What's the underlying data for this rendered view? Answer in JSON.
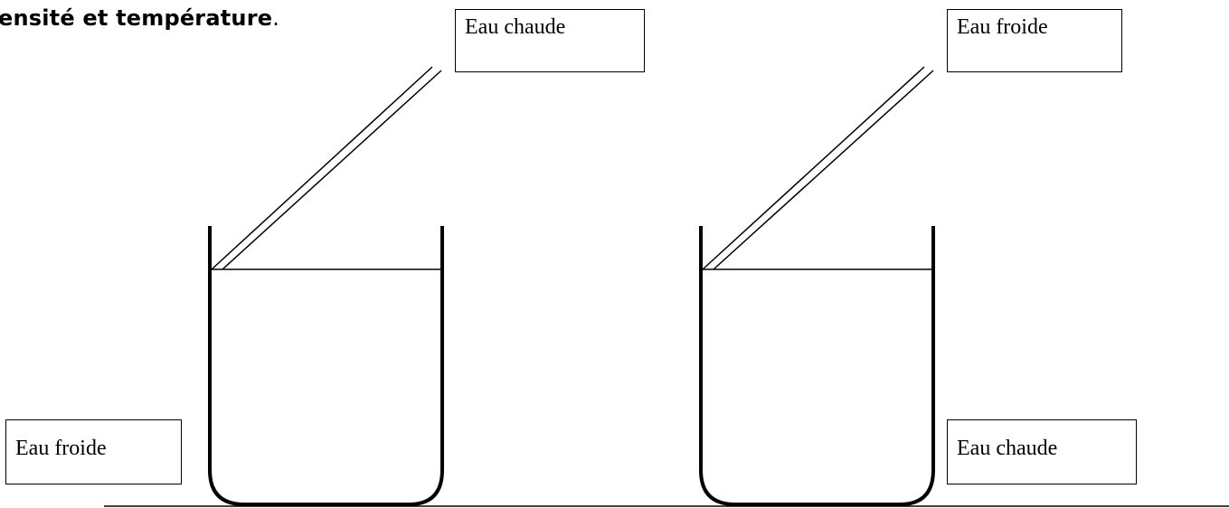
{
  "heading": {
    "text": "ensité et température",
    "period": "."
  },
  "labels": {
    "top_left": "Eau chaude",
    "top_right": "Eau froide",
    "bottom_left": "Eau froide",
    "bottom_right": "Eau chaude"
  }
}
